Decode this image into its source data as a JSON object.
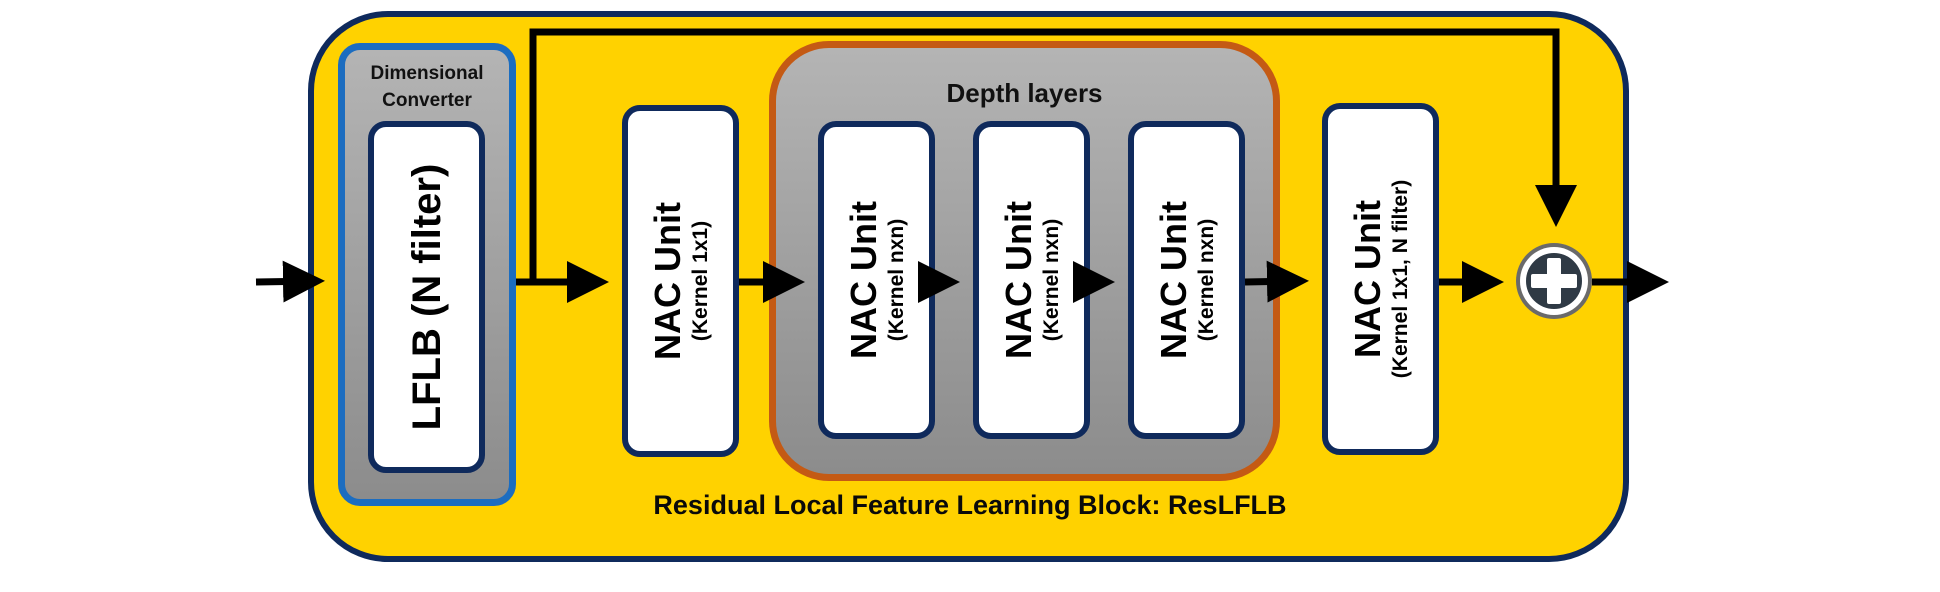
{
  "diagram": {
    "block_title": "Residual Local Feature Learning Block: ResLFLB",
    "dimensional_converter": {
      "title": "Dimensional Converter",
      "unit": "LFLB (N filter)"
    },
    "depth_layers": {
      "title": "Depth layers"
    },
    "units": [
      {
        "name": "NAC Unit",
        "kernel": "(Kernel 1x1)"
      },
      {
        "name": "NAC Unit",
        "kernel": "(Kernel nxn)"
      },
      {
        "name": "NAC Unit",
        "kernel": "(Kernel nxn)"
      },
      {
        "name": "NAC Unit",
        "kernel": "(Kernel nxn)"
      },
      {
        "name": "NAC Unit",
        "kernel": "(Kernel 1x1, N filter)"
      }
    ],
    "colors": {
      "outer_fill": "#FFD200",
      "outer_border": "#0F2A5C",
      "converter_border": "#1C6DC0",
      "depth_border": "#C45A14",
      "unit_border": "#0F2A5C"
    },
    "adder_icon": "plus-circle-icon"
  }
}
